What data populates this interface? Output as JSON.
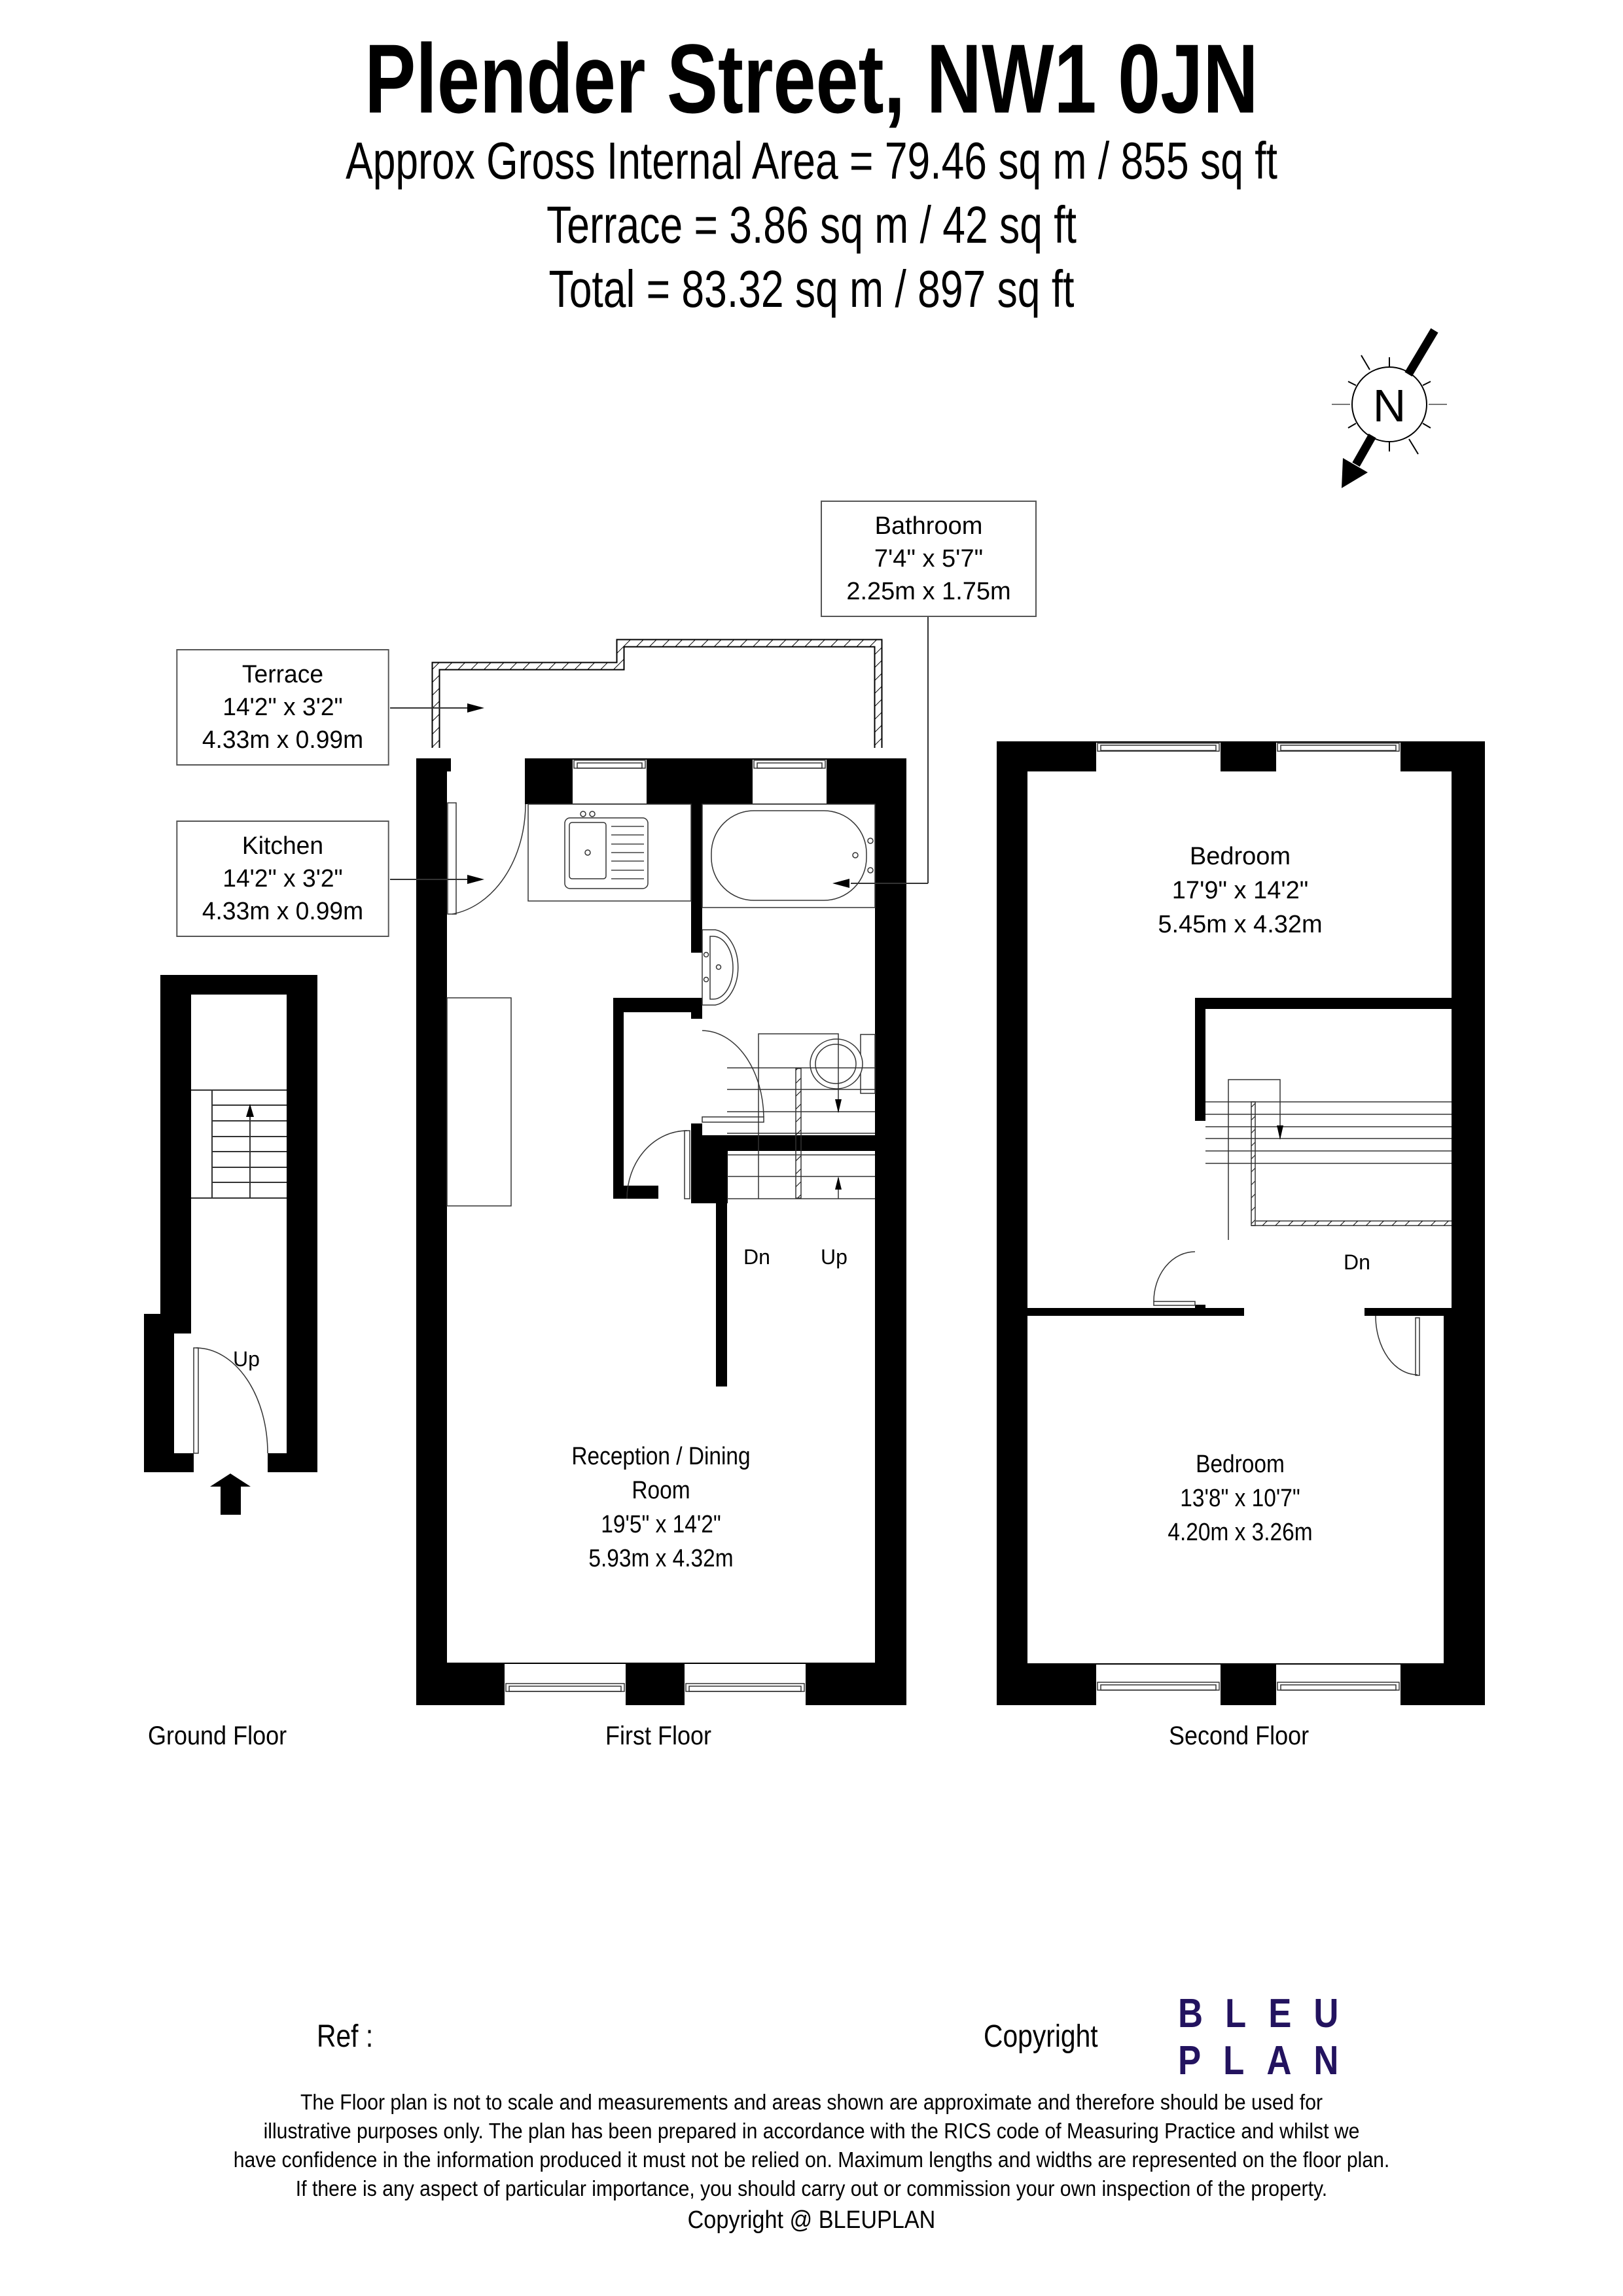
{
  "header": {
    "title": "Plender Street, NW1 0JN",
    "gross_internal_area": "Approx Gross Internal Area = 79.46 sq m / 855 sq ft",
    "terrace_area": "Terrace = 3.86 sq m / 42 sq ft",
    "total_area": "Total = 83.32 sq m / 897 sq ft"
  },
  "compass": {
    "letter": "N",
    "icon": "north-arrow-compass-icon"
  },
  "callouts": {
    "bathroom": {
      "name": "Bathroom",
      "imperial": "7'4\" x 5'7\"",
      "metric": "2.25m x 1.75m"
    },
    "terrace": {
      "name": "Terrace",
      "imperial": "14'2\" x 3'2\"",
      "metric": "4.33m x 0.99m"
    },
    "kitchen": {
      "name": "Kitchen",
      "imperial": "14'2\" x 3'2\"",
      "metric": "4.33m x 0.99m"
    }
  },
  "rooms": {
    "reception": {
      "name_line1": "Reception / Dining",
      "name_line2": "Room",
      "imperial": "19'5\" x 14'2\"",
      "metric": "5.93m x 4.32m"
    },
    "bedroom_1": {
      "name": "Bedroom",
      "imperial": "17'9\" x 14'2\"",
      "metric": "5.45m x 4.32m"
    },
    "bedroom_2": {
      "name": "Bedroom",
      "imperial": "13'8\" x 10'7\"",
      "metric": "4.20m x 3.26m"
    }
  },
  "stairs": {
    "ground_up": "Up",
    "first_dn": "Dn",
    "first_up": "Up",
    "second_dn": "Dn"
  },
  "floors": {
    "ground": "Ground Floor",
    "first": "First Floor",
    "second": "Second Floor"
  },
  "footer": {
    "ref_label": "Ref  :",
    "copyright_label": "Copyright",
    "brand_line1": "BLEU",
    "brand_line2": "PLAN",
    "brand_color": "#23135f",
    "disclaimer": [
      "The Floor plan is not to scale and measurements and areas shown are approximate and therefore should be used for",
      "illustrative purposes only. The plan has been prepared in accordance with the RICS code of Measuring Practice and whilst we",
      "have confidence in the information produced it must not be relied on. Maximum lengths and widths are represented on the floor plan.",
      "If there is any aspect of particular importance, you should carry out or commission your own inspection of the property."
    ],
    "copyright_line": "Copyright @ BLEUPLAN"
  },
  "colors": {
    "wall": "#000000",
    "line": "#333333",
    "background": "#ffffff"
  }
}
